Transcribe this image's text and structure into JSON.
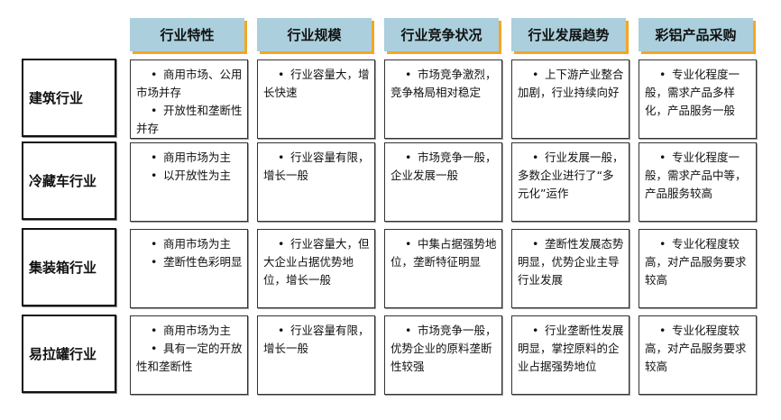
{
  "columns": [
    "行业特性",
    "行业规模",
    "行业竞争状况",
    "行业发展趋势",
    "彩铝产品采购"
  ],
  "rows": [
    {
      "label": "建筑行业",
      "cells": [
        [
          "商用市场、公用市场并存",
          "开放性和垄断性并存"
        ],
        [
          "行业容量大，增长快速"
        ],
        [
          "市场竞争激烈，竞争格局相对稳定"
        ],
        [
          "上下游产业整合加剧，行业持续向好"
        ],
        [
          "专业化程度一般，需求产品多样化，产品服务一般"
        ]
      ]
    },
    {
      "label": "冷藏车行业",
      "cells": [
        [
          "商用市场为主",
          "以开放性为主"
        ],
        [
          "行业容量有限，增长一般"
        ],
        [
          "市场竞争一般，企业发展一般"
        ],
        [
          "行业发展一般，多数企业进行了“多元化”运作"
        ],
        [
          "专业化程度一般，需求产品中等，产品服务较高"
        ]
      ]
    },
    {
      "label": "集装箱行业",
      "cells": [
        [
          "商用市场为主",
          "垄断性色彩明显"
        ],
        [
          "行业容量大，但大企业占据优势地位，增长一般"
        ],
        [
          "中集占据强势地位，垄断特征明显"
        ],
        [
          "垄断性发展态势明显，优势企业主导行业发展"
        ],
        [
          "专业化程度较高，对产品服务要求较高"
        ]
      ]
    },
    {
      "label": "易拉罐行业",
      "cells": [
        [
          "商用市场为主",
          "具有一定的开放性和垄断性"
        ],
        [
          "行业容量有限，增长一般"
        ],
        [
          "市场竞争一般，优势企业的原料垄断性较强"
        ],
        [
          "行业垄断性发展明显，掌控原料的企业占据强势地位"
        ],
        [
          "专业化程度较高，对产品服务要求较高"
        ]
      ]
    }
  ],
  "colors": {
    "header_bg": "#abcfdc",
    "header_shadow": "#f5a623"
  }
}
